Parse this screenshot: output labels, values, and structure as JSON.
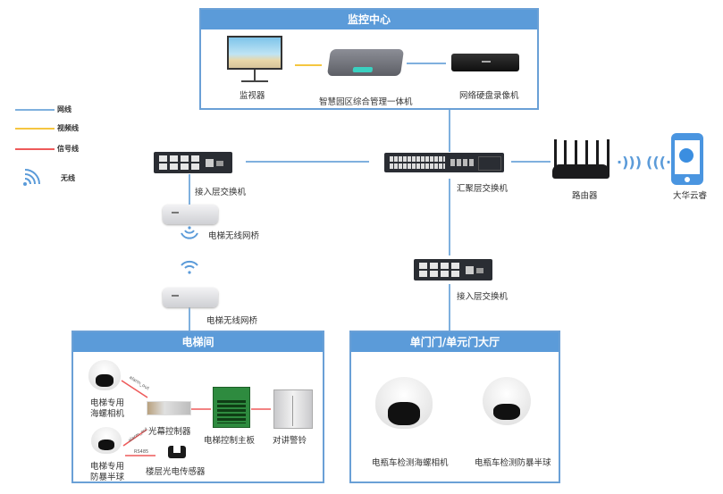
{
  "legend": {
    "items": [
      {
        "label": "网线",
        "kind": "network",
        "color": "#7fb0de"
      },
      {
        "label": "视频线",
        "kind": "video",
        "color": "#f5c640"
      },
      {
        "label": "信号线",
        "kind": "signal",
        "color": "#ee5a5a"
      },
      {
        "label": "无线",
        "kind": "wireless",
        "icon": "wifi-icon",
        "color": "#5b9bd9"
      }
    ]
  },
  "monitoring_center": {
    "title": "监控中心",
    "devices": [
      {
        "label": "监视器",
        "icon": "monitor-icon"
      },
      {
        "label": "智慧园区综合管理一体机",
        "icon": "management-server-icon"
      },
      {
        "label": "网络硬盘录像机",
        "icon": "nvr-icon"
      }
    ]
  },
  "network": {
    "access_switch_top": "接入层交换机",
    "aggregation_switch": "汇聚层交换机",
    "router": "路由器",
    "cloud_app": "大华云睿",
    "bridge_top": "电梯无线网桥",
    "bridge_bottom": "电梯无线网桥",
    "access_switch_right": "接入层交换机"
  },
  "elevator_room": {
    "title": "电梯间",
    "devices": {
      "camera_fisheye": "电梯专用\n海螺相机",
      "camera_fisheye_l1": "电梯专用",
      "camera_fisheye_l2": "海螺相机",
      "camera_dome_l1": "电梯专用",
      "camera_dome_l2": "防暴半球",
      "light_curtain": "光幕控制器",
      "floor_sensor": "楼层光电传感器",
      "control_board": "电梯控制主板",
      "intercom": "对讲警铃"
    },
    "line_labels": {
      "alarm_out_1": "alarm_out",
      "alarm_out_2": "alarm_out",
      "rs485": "RS485"
    }
  },
  "lobby": {
    "title": "单门门/单元门大厅",
    "devices": [
      {
        "label": "电瓶车检测海螺相机",
        "icon": "turret-camera-icon"
      },
      {
        "label": "电瓶车检测防暴半球",
        "icon": "dome-camera-icon"
      }
    ]
  },
  "colors": {
    "panel_header": "#5b9bd9",
    "panel_border": "#6aa0d6",
    "network_line": "#7fb0de",
    "video_line": "#f5c640",
    "signal_line": "#ee5a5a"
  }
}
